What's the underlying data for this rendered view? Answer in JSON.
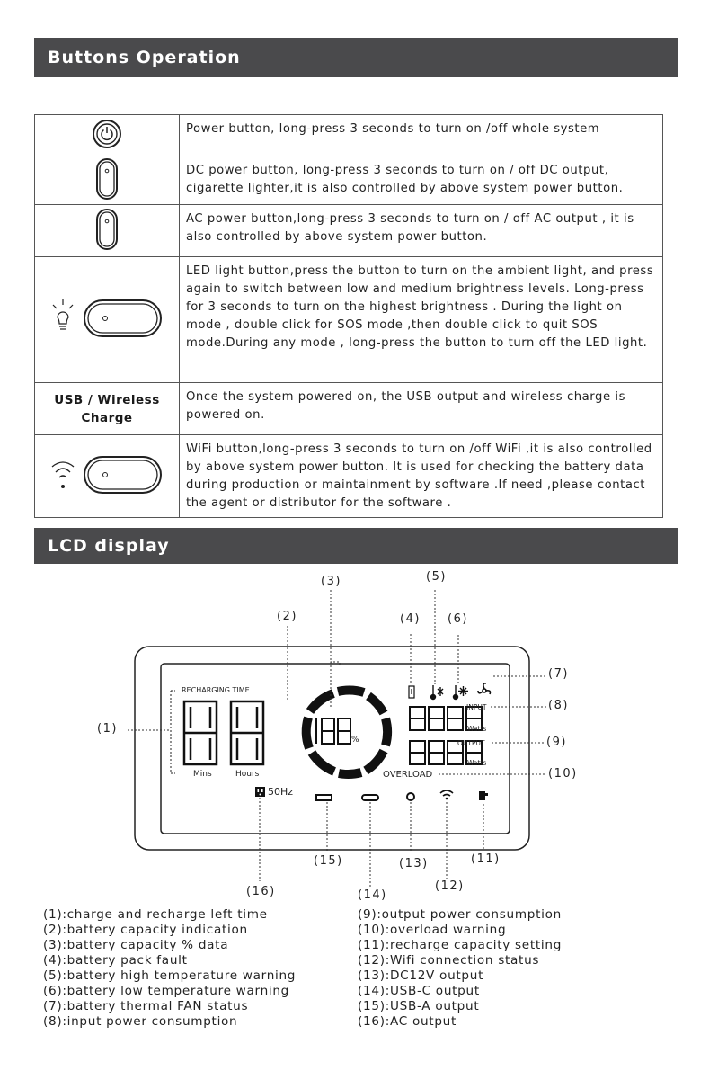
{
  "sections": {
    "buttons_title": "Buttons Operation",
    "lcd_title": "LCD display"
  },
  "buttons": [
    {
      "icon": "power-icon",
      "text": "Power button, long-press 3 seconds to turn on /off whole system"
    },
    {
      "icon": "dc-switch-icon",
      "text": "DC power button, long-press 3 seconds to turn on / off DC output, cigarette lighter,it is also controlled by above system power button."
    },
    {
      "icon": "ac-switch-icon",
      "text": "AC power button,long-press 3 seconds to turn on / off AC output , it is also controlled by above system power button."
    },
    {
      "icon": "led-bulb-icon",
      "text": "LED light button,press the button to turn on the ambient light, and press again to switch between low and medium brightness levels. Long-press for 3 seconds to turn on the highest brightness . During the light on mode , double click for SOS mode ,then double click to quit SOS mode.During any mode , long-press the button to turn off the LED light."
    },
    {
      "label": "USB / Wireless Charge",
      "text": "Once the system powered on, the USB output and wireless charge is powered on."
    },
    {
      "icon": "wifi-icon",
      "text": "WiFi button,long-press 3 seconds to turn on /off WiFi ,it is also controlled by above system power button. It is used for checking the battery data during production or maintainment by software .If need ,please contact the agent or distributor for the software ."
    }
  ],
  "lcd": {
    "recharging_time": "RECHARGING TIME",
    "mins": "Mins",
    "hours": "Hours",
    "percent": "%",
    "input": "INPUT",
    "output": "OUTPUT",
    "watts": "Watts",
    "overload": "OVERLOAD",
    "hz": "50Hz",
    "callouts": [
      "(1)",
      "(2)",
      "(3)",
      "(4)",
      "(5)",
      "(6)",
      "(7)",
      "(8)",
      "(9)",
      "(10)",
      "(11)",
      "(12)",
      "(13)",
      "(14)",
      "(15)",
      "(16)"
    ]
  },
  "legend_left": [
    "(1):charge and recharge left time",
    "(2):battery capacity indication",
    "(3):battery capacity % data",
    "(4):battery pack fault",
    "(5):battery high temperature warning",
    "(6):battery low temperature warning",
    "(7):battery thermal FAN status",
    "(8):input power consumption"
  ],
  "legend_right": [
    "(9):output power consumption",
    "(10):overload warning",
    "(11):recharge capacity setting",
    "(12):Wifi connection status",
    "(13):DC12V output",
    "(14):USB-C output",
    "(15):USB-A output",
    "(16):AC output"
  ]
}
